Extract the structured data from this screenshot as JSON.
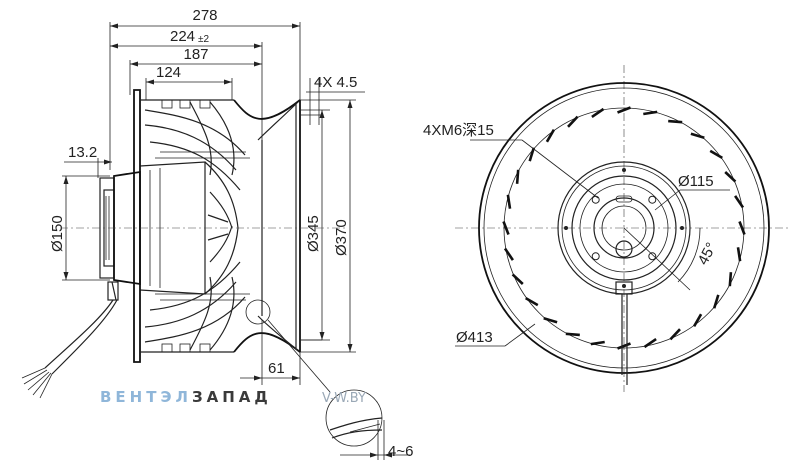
{
  "side_view": {
    "dims": {
      "overall_length": "278",
      "tolerance_base": "224",
      "tolerance_suffix": "±2",
      "length_187": "187",
      "length_124": "124",
      "bolt_small": "4X 4.5",
      "offset": "13.2",
      "dia_150": "Ø150",
      "dia_345": "Ø345",
      "dia_370": "Ø370",
      "inlet_depth": "61",
      "gap": "4~6"
    }
  },
  "front_view": {
    "dims": {
      "threads": "4XM6深15",
      "dia_115": "Ø115",
      "angle": "45°",
      "dia_413": "Ø413"
    }
  },
  "watermark": {
    "brand_part1": "ВЕНТЭЛ",
    "brand_part2": "ЗАПАД",
    "site": "V-W.BY",
    "colors": {
      "part1": "#8fb6d9",
      "part2": "#3a3a3a"
    }
  }
}
